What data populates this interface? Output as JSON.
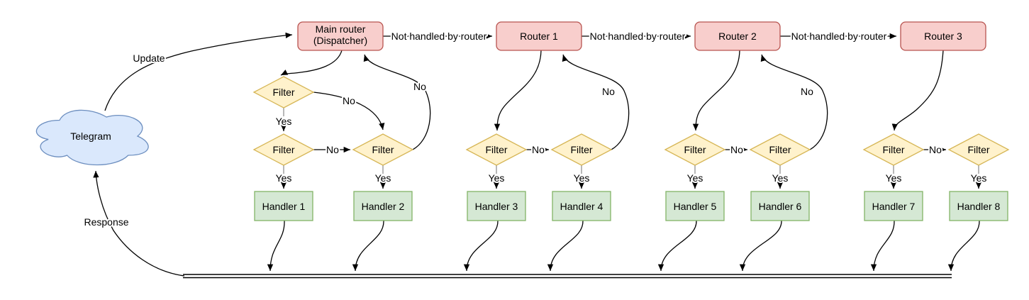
{
  "diagram": {
    "cloud_label": "Telegram",
    "routers": [
      {
        "label": "Main router",
        "sublabel": "(Dispatcher)"
      },
      {
        "label": "Router 1"
      },
      {
        "label": "Router 2"
      },
      {
        "label": "Router 3"
      }
    ],
    "filter_label": "Filter",
    "handlers": [
      "Handler 1",
      "Handler 2",
      "Handler 3",
      "Handler 4",
      "Handler 5",
      "Handler 6",
      "Handler 7",
      "Handler 8"
    ],
    "labels": {
      "update": "Update",
      "response": "Response",
      "not_handled": "Not handled by router",
      "yes": "Yes",
      "no": "No"
    },
    "colors": {
      "cloud_fill": "#dae8fc",
      "cloud_stroke": "#6c8ebf",
      "router_fill": "#f8cecc",
      "router_stroke": "#b85450",
      "filter_fill": "#fff2cc",
      "filter_stroke": "#d6b656",
      "handler_fill": "#d5e8d4",
      "handler_stroke": "#82b366",
      "edge": "#000000",
      "stub": "#999999"
    }
  }
}
